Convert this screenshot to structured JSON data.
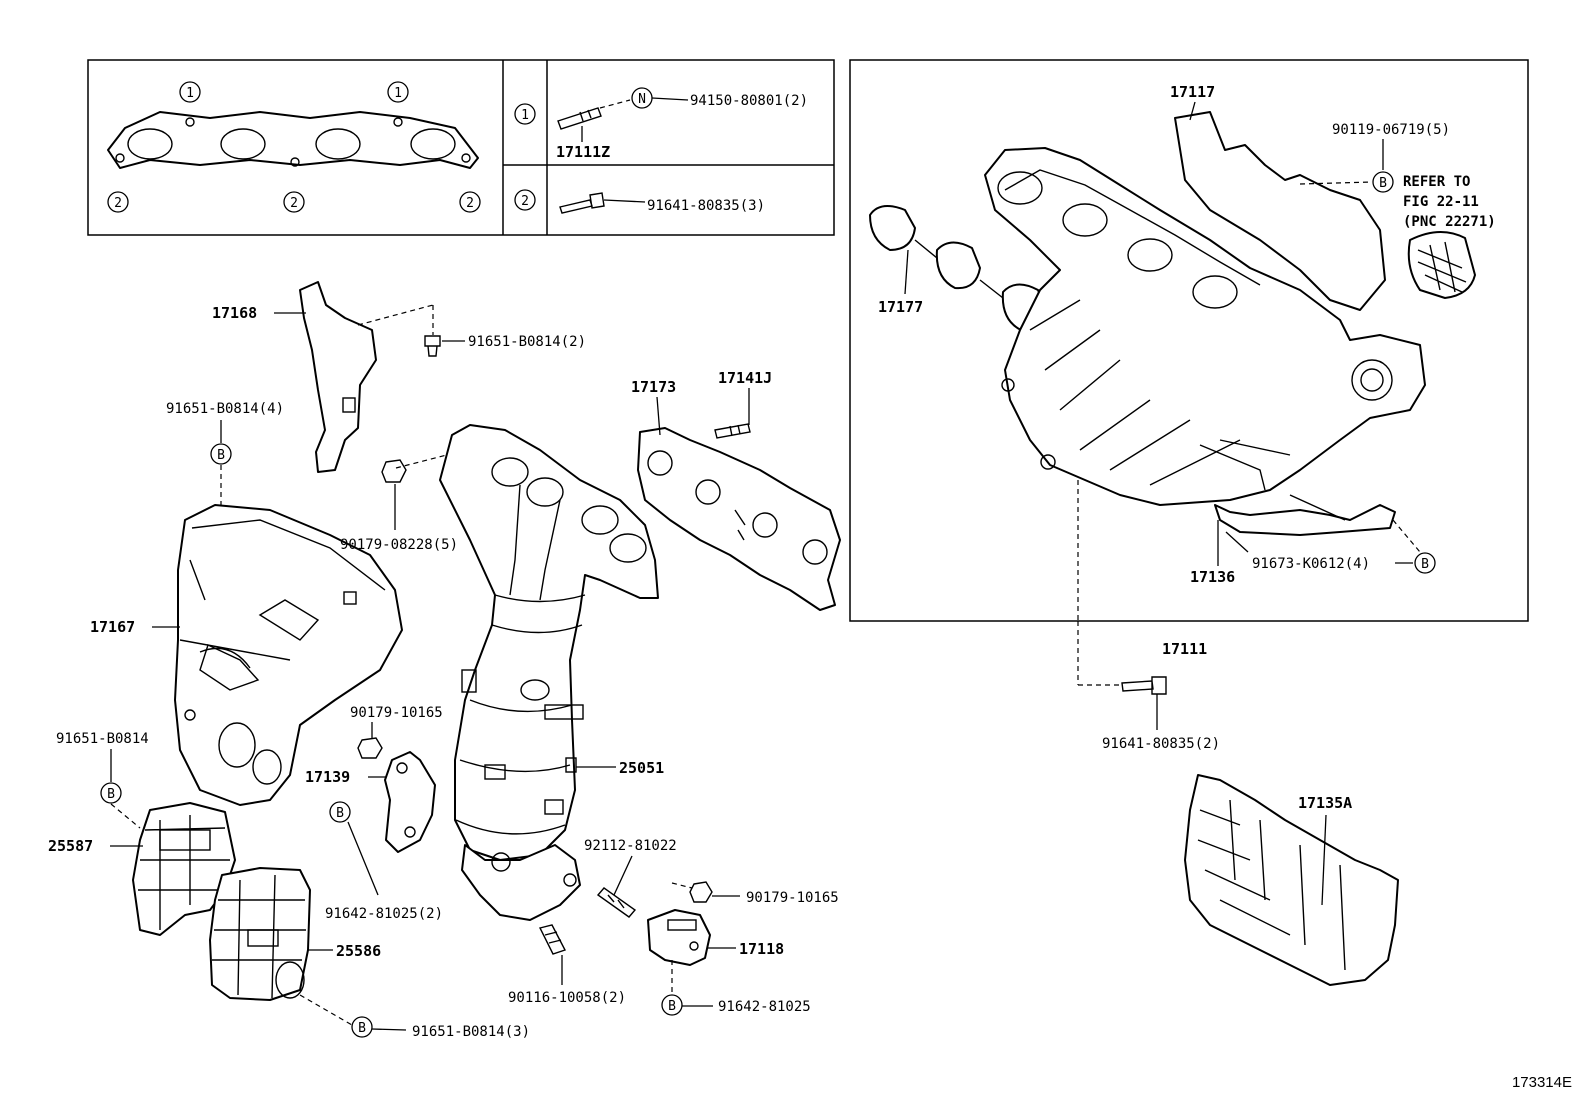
{
  "figure_id": "173314E",
  "inset": {
    "row1": {
      "marker": "1",
      "fastener_marker": "N",
      "fastener_pn": "94150-80801(2)",
      "stud_pn": "17111Z"
    },
    "row2": {
      "marker": "2",
      "fastener_pn": "91641-80835(3)"
    },
    "gasket_markers": [
      "1",
      "1",
      "2",
      "2",
      "2"
    ]
  },
  "intake_box": {
    "assembly_pn": "17111",
    "manifold_pn": "17117",
    "gasket_pn": "17177",
    "bracket_pn": "17136",
    "bolt_top_pn": "90119-06719(5)",
    "bolt_bracket_pn": "91673-K0612(4)",
    "refer_note": [
      "REFER TO",
      "FIG 22-11",
      "(PNC 22271)"
    ],
    "marker_b": "B"
  },
  "labels": {
    "p17168": "17168",
    "p91651_b0814_2": "91651-B0814(2)",
    "p91651_b0814_4": "91651-B0814(4)",
    "p17173": "17173",
    "p17141j": "17141J",
    "p90179_08228": "90179-08228(5)",
    "p17167": "17167",
    "p90179_10165_a": "90179-10165",
    "p91651_b0814": "91651-B0814",
    "p17139": "17139",
    "p25051": "25051",
    "p25587": "25587",
    "p92112_81022": "92112-81022",
    "p90179_10165_b": "90179-10165",
    "p91642_81025_2": "91642-81025(2)",
    "p17118": "17118",
    "p25586": "25586",
    "p90116_10058": "90116-10058(2)",
    "p91642_81025": "91642-81025",
    "p91651_b0814_3": "91651-B0814(3)",
    "p91641_80835_2": "91641-80835(2)",
    "p17135a": "17135A"
  },
  "marker_b": "B"
}
